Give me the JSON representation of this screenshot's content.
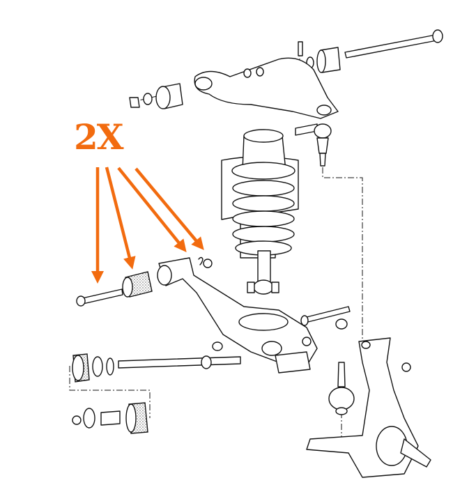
{
  "annotation": {
    "label": "2X",
    "color": "#f26b0f"
  },
  "diagram": {
    "subject": "front-suspension-exploded-view",
    "callout_arrow_count": 4
  }
}
